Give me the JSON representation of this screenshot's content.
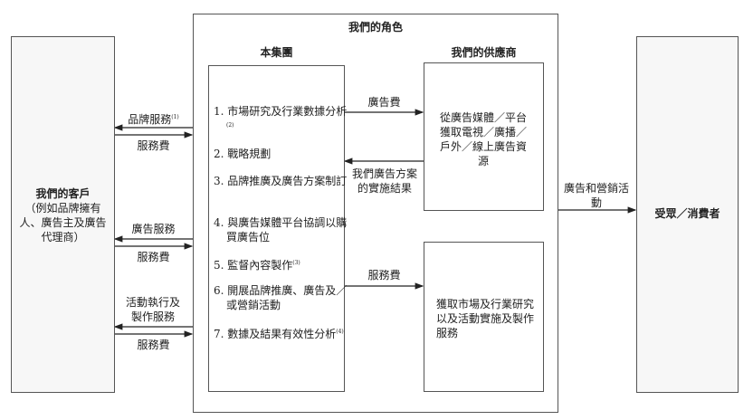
{
  "customer": {
    "title": "我們的客戶",
    "desc": "（例如品牌擁有人、廣告主及廣告代理商）"
  },
  "role": {
    "title": "我們的角色"
  },
  "group": {
    "title": "本集團",
    "items": [
      {
        "text": "1. 市場研究及行業數據分析",
        "note": "(2)"
      },
      {
        "text": "2. 戰略規劃",
        "note": ""
      },
      {
        "text": "3. 品牌推廣及廣告方案制訂",
        "note": ""
      },
      {
        "text": "4. 與廣告媒體平台協調以購買廣告位",
        "note": ""
      },
      {
        "text": "5. 監督內容製作",
        "note": "(3)"
      },
      {
        "text": "6. 開展品牌推廣、廣告及／或營銷活動",
        "note": ""
      },
      {
        "text": "7. 數據及結果有效性分析",
        "note": "(4)"
      }
    ]
  },
  "suppliers": {
    "title": "我們的供應商",
    "top": "從廣告媒體／平台獲取電視／廣播／戶外／線上廣告資源",
    "bottom": "獲取市場及行業研究以及活動實施及製作服務"
  },
  "audience": {
    "title": "受眾／消費者"
  },
  "flows": {
    "brand_service": "品牌服務",
    "brand_note": "(1)",
    "fee1": "服務費",
    "ad_service": "廣告服務",
    "fee2": "服務費",
    "event_service": "活動執行及製作服務",
    "fee3": "服務費",
    "ad_fee": "廣告費",
    "results": "我們廣告方案的實施結果",
    "supplier_fee": "服務費",
    "marketing": "廣告和營銷活動"
  }
}
